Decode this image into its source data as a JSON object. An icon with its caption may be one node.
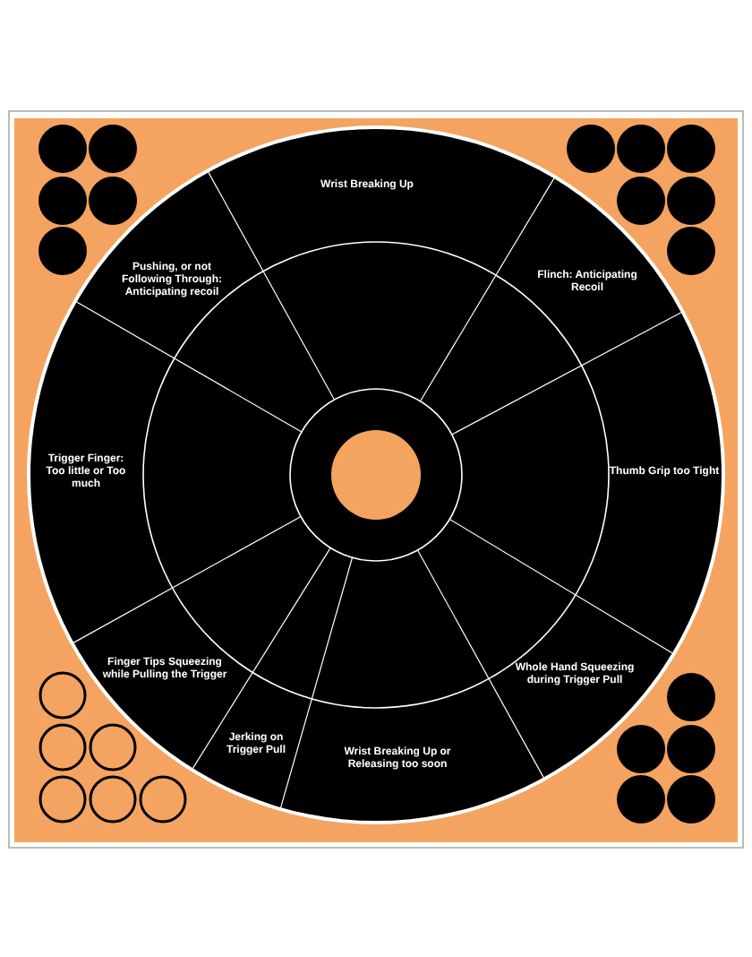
{
  "diagram": {
    "labels": [
      "Wrist Breaking Up",
      "Pushing, or not Following Through: Anticipating recoil",
      "Flinch: Anticipating Recoil",
      "Trigger Finger: Too little or Too much",
      "Thumb Grip too Tight",
      "Finger Tips Squeezing while Pulling the Trigger",
      "Whole Hand Squeezing during Trigger Pull",
      "Jerking on Trigger Pull",
      "Wrist Breaking Up or Releasing too soon"
    ]
  }
}
